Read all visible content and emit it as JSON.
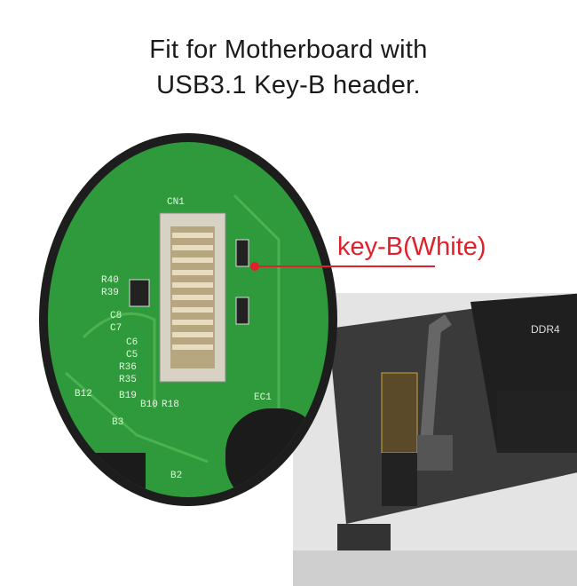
{
  "heading": {
    "line1": "Fit for Motherboard with",
    "line2": "USB3.1 Key-B header."
  },
  "callout": {
    "label": "key-B(White)",
    "color": "#e0202a"
  },
  "pcb_silkscreen": [
    "CN1",
    "R40",
    "R39",
    "C8",
    "C7",
    "C6",
    "C5",
    "R36",
    "R35",
    "B19",
    "B10",
    "R18",
    "EC1",
    "B12",
    "B3",
    "B2",
    "DDR4"
  ],
  "colors": {
    "pcb": "#2f9a3b",
    "lens_border": "#1d1d1d",
    "motherboard": "#d9d9d9"
  }
}
